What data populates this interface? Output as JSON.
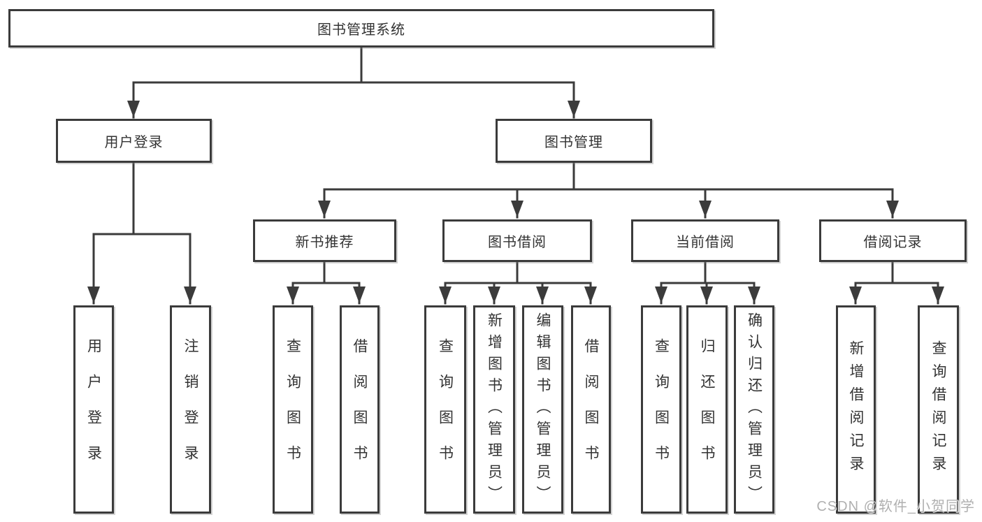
{
  "diagram": {
    "root": {
      "label": "图书管理系统"
    },
    "branches": [
      {
        "label": "用户登录",
        "children": [
          {
            "label": "用户登录"
          },
          {
            "label": "注销登录"
          }
        ]
      },
      {
        "label": "图书管理",
        "children": [
          {
            "label": "新书推荐",
            "children": [
              {
                "label": "查询图书"
              },
              {
                "label": "借阅图书"
              }
            ]
          },
          {
            "label": "图书借阅",
            "children": [
              {
                "label": "查询图书"
              },
              {
                "label": "新增图书（管理员）"
              },
              {
                "label": "编辑图书（管理员）"
              },
              {
                "label": "借阅图书"
              }
            ]
          },
          {
            "label": "当前借阅",
            "children": [
              {
                "label": "查询图书"
              },
              {
                "label": "归还图书"
              },
              {
                "label": "确认归还（管理员）"
              }
            ]
          },
          {
            "label": "借阅记录",
            "children": [
              {
                "label": "新增借阅记录"
              },
              {
                "label": "查询借阅记录"
              }
            ]
          }
        ]
      }
    ]
  },
  "watermark": {
    "text": "CSDN @软件_小贺同学"
  },
  "colors": {
    "line": "#3b3b3b",
    "box_border": "#3b3b3b",
    "text": "#333333",
    "watermark": "#b0b0b0",
    "background": "#ffffff"
  }
}
